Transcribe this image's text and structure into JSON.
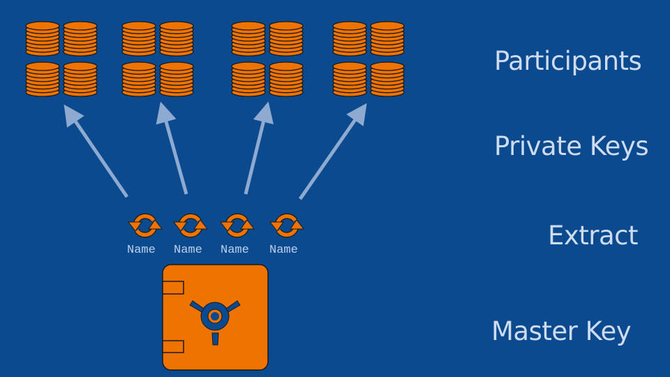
{
  "labels": {
    "participants": "Participants",
    "private_keys": "Private Keys",
    "extract": "Extract",
    "master_key": "Master Key"
  },
  "names": [
    "Name",
    "Name",
    "Name",
    "Name"
  ],
  "colors": {
    "background": "#0b4a8e",
    "accent": "#ee7300",
    "arrow": "#8eaad0",
    "text": "#cfdcef"
  }
}
